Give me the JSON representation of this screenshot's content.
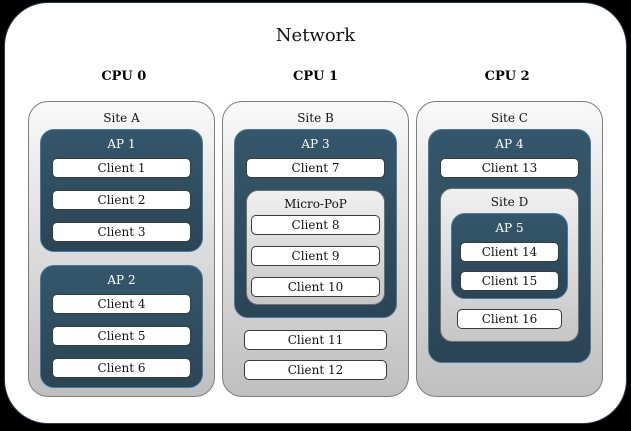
{
  "title": "Network",
  "cpu_labels": [
    "CPU 0",
    "CPU 1",
    "CPU 2"
  ],
  "colors": {
    "background": "#000000",
    "canvas": "#ffffff",
    "ap_fill": "#2e4c5e",
    "ap_border": "#4a77a4",
    "site_gradient_top": "#f9f9f9",
    "site_gradient_bottom": "#bfbfbf",
    "site_border": "#7d7d7d",
    "client_fill": "#ffffff",
    "client_border": "#3a3a3a",
    "text_dark": "#111111",
    "text_light": "#ffffff"
  },
  "sites": {
    "a": {
      "label": "Site A",
      "ap1": {
        "label": "AP 1",
        "clients": [
          "Client 1",
          "Client 2",
          "Client 3"
        ]
      },
      "ap2": {
        "label": "AP 2",
        "clients": [
          "Client 4",
          "Client 5",
          "Client 6"
        ]
      }
    },
    "b": {
      "label": "Site B",
      "ap3": {
        "label": "AP 3",
        "client": "Client 7",
        "micropop": {
          "label": "Micro-PoP",
          "clients": [
            "Client 8",
            "Client 9",
            "Client 10"
          ]
        }
      },
      "extra_clients": [
        "Client 11",
        "Client 12"
      ]
    },
    "c": {
      "label": "Site C",
      "ap4": {
        "label": "AP 4",
        "client": "Client 13",
        "site_d": {
          "label": "Site D",
          "ap5": {
            "label": "AP 5",
            "clients": [
              "Client 14",
              "Client 15"
            ]
          },
          "extra_client": "Client 16"
        }
      }
    }
  }
}
